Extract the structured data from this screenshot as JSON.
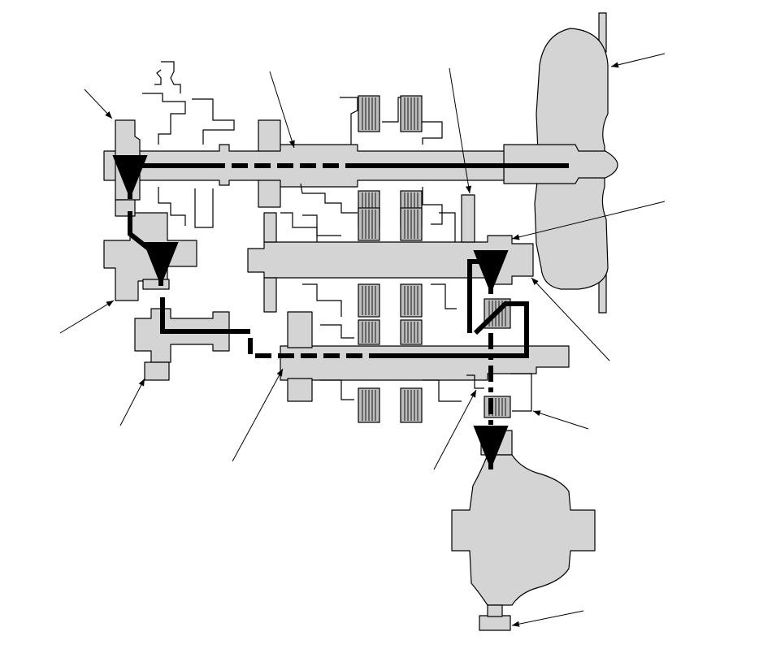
{
  "diagram": {
    "kind": "transmission power flow cross-section",
    "flow_line_styles": [
      "solid",
      "dashed",
      "dash-dot"
    ],
    "colors": {
      "part_fill": "#d4d4d4",
      "line": "#000000",
      "background": "#ffffff"
    },
    "label_text": []
  }
}
